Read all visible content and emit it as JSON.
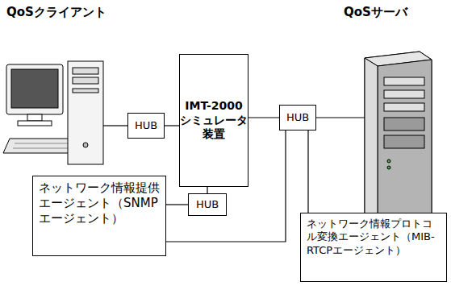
{
  "diagram": {
    "nodes": [
      {
        "text": [
          "HUB"
        ]
      },
      {
        "text": [
          "IMT-2000シミュレータ装置"
        ]
      },
      {
        "text": [
          "HUB"
        ]
      },
      {
        "text": [
          "HUB"
        ]
      },
      {
        "text": [
          "ネットワーク情報提供エージェント（SNMPエージェント）"
        ]
      },
      {
        "text": [
          "ネットワーク情報プロトコル変換エージェント（MIB-RTCPエージェント）"
        ]
      }
    ],
    "edges": [
      {
        "from": 0,
        "to": 1,
        "arrow": "none"
      },
      {
        "from": 1,
        "to": 2,
        "arrow": "none"
      },
      {
        "from": 1,
        "to": 3,
        "arrow": "none"
      },
      {
        "from": 3,
        "to": 4,
        "arrow": "none"
      },
      {
        "from": 2,
        "to": 4,
        "arrow": "none"
      },
      {
        "from": 2,
        "to": 5,
        "arrow": "none"
      }
    ],
    "labels": [
      "QoSクライアント",
      "QoSサーバ"
    ]
  }
}
